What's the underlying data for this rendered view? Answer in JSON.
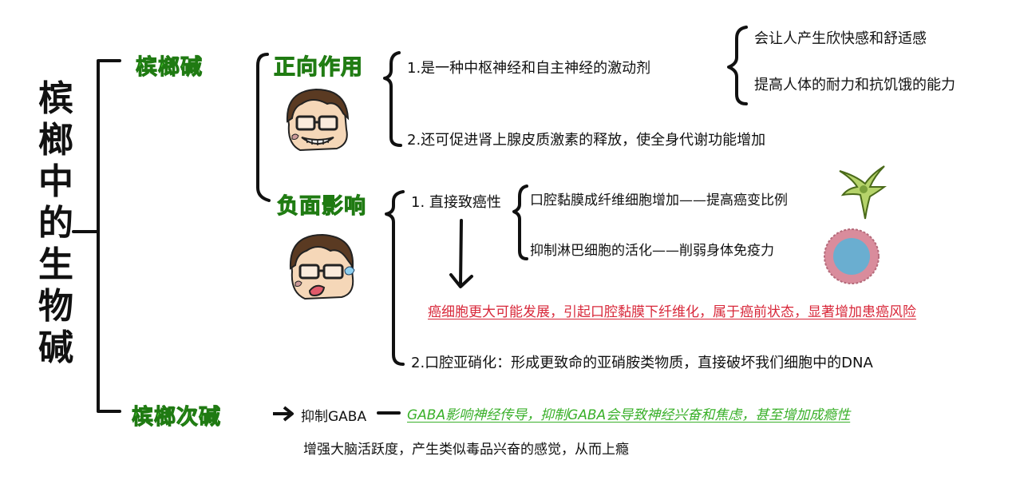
{
  "title": "槟榔中的生物碱",
  "branches": {
    "arecoline": {
      "label": "槟榔碱",
      "positive": {
        "label": "正向作用",
        "item1": {
          "text": "1.是一种中枢神经和自主神经的激动剂",
          "sub": [
            "会让人产生欣快感和舒适感",
            "提高人体的耐力和抗饥饿的能力"
          ]
        },
        "item2": "2.还可促进肾上腺皮质激素的释放，使全身代谢功能增加"
      },
      "negative": {
        "label": "负面影响",
        "item1": {
          "text": "1. 直接致癌性",
          "sub": [
            "口腔黏膜成纤维细胞增加——提高癌变比例",
            "抑制淋巴细胞的活化——削弱身体免疫力"
          ],
          "result": "癌细胞更大可能发展，引起口腔黏膜下纤维化，属于癌前状态，显著增加患癌风险"
        },
        "item2": "2.口腔亚硝化：形成更致命的亚硝胺类物质，直接破坏我们细胞中的DNA"
      }
    },
    "arecaidine": {
      "label": "槟榔次碱",
      "effect": "抑制GABA",
      "note": "GABA影响神经传导，抑制GABA会导致神经兴奋和焦虑，甚至增加成瘾性",
      "result": "增强大脑活跃度，产生类似毒品兴奋的感觉，从而上瘾"
    }
  },
  "colors": {
    "green": "#45c62a",
    "red": "#d8283a",
    "cell_green": "#b5d36a",
    "cell_blue": "#6aaed0",
    "cell_pink": "#d98c9c"
  }
}
